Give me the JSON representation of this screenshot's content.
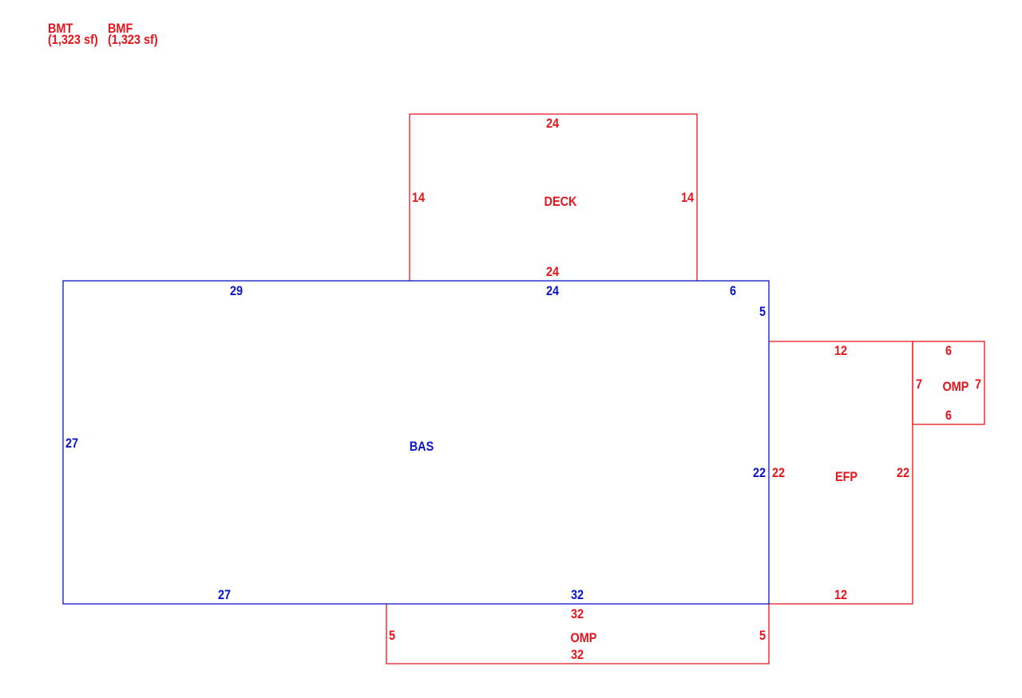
{
  "header": {
    "labels": [
      {
        "code": "BMT",
        "area": "(1,323 sf)"
      },
      {
        "code": "BMF",
        "area": "(1,323 sf)"
      }
    ]
  },
  "areas": {
    "deck": {
      "label": "DECK",
      "top": "24",
      "left": "14",
      "right": "14",
      "bottom": "24",
      "color": "#e8141b"
    },
    "bas": {
      "label": "BAS",
      "top_a": "29",
      "top_b": "24",
      "top_c": "6",
      "step": "5",
      "left": "27",
      "right": "22",
      "bottom_a": "27",
      "bottom_b": "32",
      "color": "#0a14c8"
    },
    "efp": {
      "label": "EFP",
      "top": "12",
      "left": "22",
      "right": "22",
      "bottom": "12",
      "color": "#e8141b"
    },
    "omp_right": {
      "label": "OMP",
      "top": "6",
      "left": "7",
      "right": "7",
      "bottom": "6",
      "color": "#e8141b"
    },
    "omp_bottom": {
      "label": "OMP",
      "top": "32",
      "left": "5",
      "right": "5",
      "bottom": "32",
      "color": "#e8141b"
    }
  }
}
